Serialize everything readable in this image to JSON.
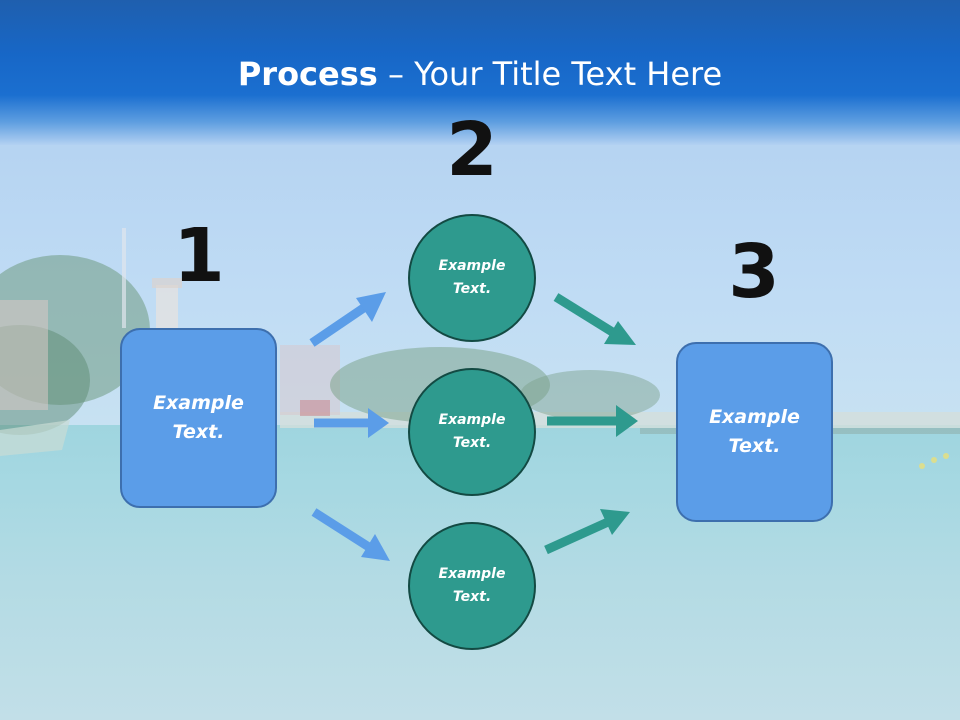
{
  "title": {
    "bold": "Process",
    "rest": " – Your Title Text Here"
  },
  "steps": {
    "one": "1",
    "two": "2",
    "three": "3"
  },
  "boxes": {
    "left": "Example Text.",
    "right": "Example Text."
  },
  "circles": {
    "top": "Example Text.",
    "middle": "Example Text.",
    "bottom": "Example Text."
  },
  "colors": {
    "header": "#1767c7",
    "box_fill": "#5b9de8",
    "box_border": "#3d6fae",
    "circle_fill": "#2e9a8e",
    "circle_border": "#134a43",
    "arrow_blue": "#5b9de8",
    "arrow_teal": "#2e9a8e"
  }
}
